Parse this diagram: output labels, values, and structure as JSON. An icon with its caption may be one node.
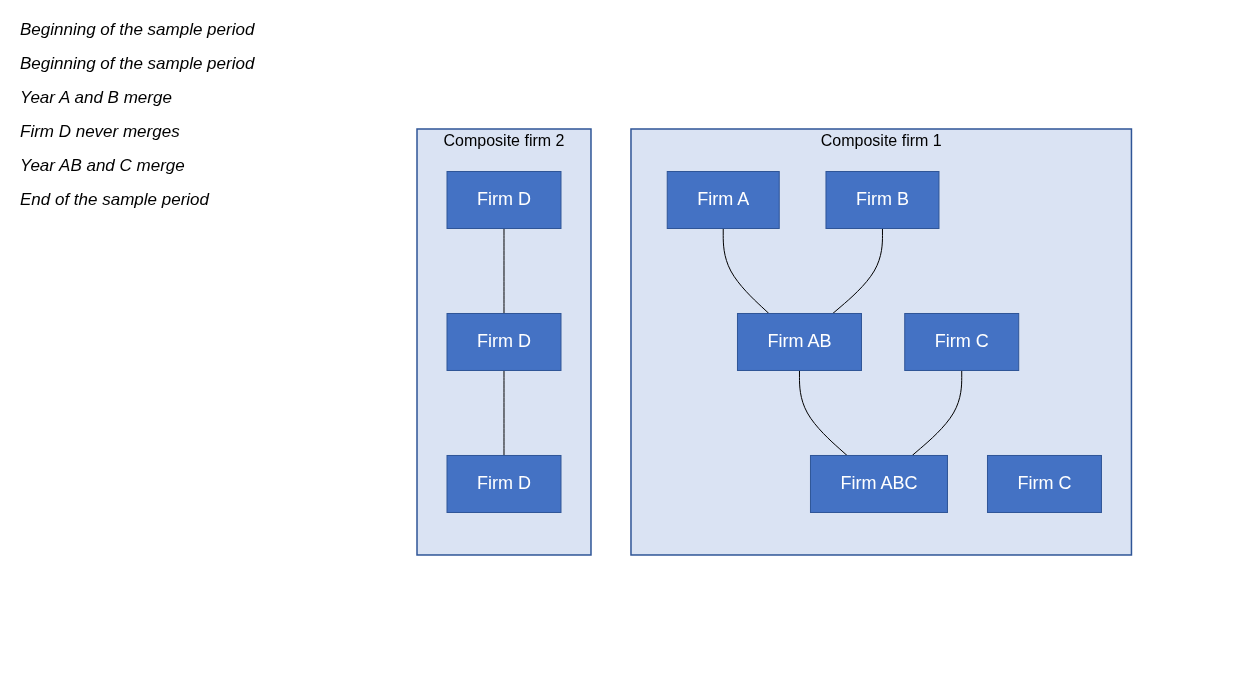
{
  "diagram": {
    "nodes": [
      {
        "text": [
          "Composite firm 1"
        ]
      },
      {
        "text": [
          "Firm A"
        ],
        "in": 0
      },
      {
        "text": [
          "Firm B"
        ],
        "in": 0
      },
      {
        "text": [
          "Firm C"
        ],
        "in": 0
      },
      {
        "text": [
          "Firm AB"
        ],
        "in": 0
      },
      {
        "text": [
          "Firm C"
        ],
        "in": 0
      },
      {
        "text": [
          "Firm ABC"
        ],
        "in": 0
      },
      {
        "text": [
          "Composite firm 2"
        ]
      },
      {
        "text": [
          "Firm D"
        ],
        "in": 7
      },
      {
        "text": [
          "Firm D"
        ],
        "in": 7
      },
      {
        "text": [
          "Firm D"
        ],
        "in": 7
      }
    ],
    "edges": [
      {
        "from": 1,
        "to": 4,
        "arrow": "none"
      },
      {
        "from": 2,
        "to": 4,
        "arrow": "none"
      },
      {
        "from": 4,
        "to": 6,
        "arrow": "none"
      },
      {
        "from": 5,
        "to": 6,
        "arrow": "none"
      },
      {
        "from": 8,
        "to": 9,
        "arrow": "none"
      },
      {
        "from": 9,
        "to": 10,
        "arrow": "none"
      }
    ],
    "labels": [
      "Beginning of the sample period",
      "Beginning of the sample period",
      "Year A and B merge",
      "Firm D never merges",
      "Year AB and C merge",
      "End of the sample period"
    ]
  }
}
